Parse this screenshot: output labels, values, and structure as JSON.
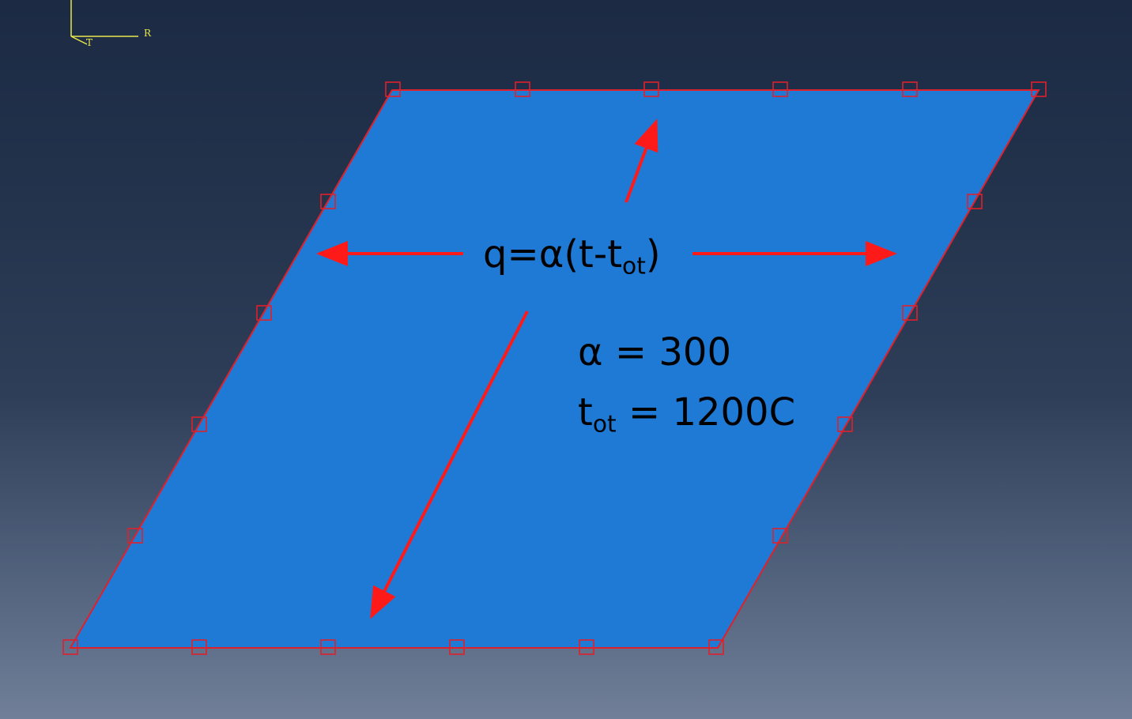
{
  "axis_triad": {
    "label_r": "R",
    "label_t": "T",
    "color": "#e8e84a"
  },
  "plate": {
    "fill_color": "#1f7ad6",
    "edge_color": "#e0202a"
  },
  "arrows": {
    "color": "#ff1a1a"
  },
  "formula": {
    "prefix": "q=α(t-t",
    "subscript": "ot",
    "suffix": ")"
  },
  "parameters": {
    "alpha": "α = 300",
    "tot_symbol": "t",
    "tot_subscript": "ot",
    "tot_value": " = 1200C"
  }
}
